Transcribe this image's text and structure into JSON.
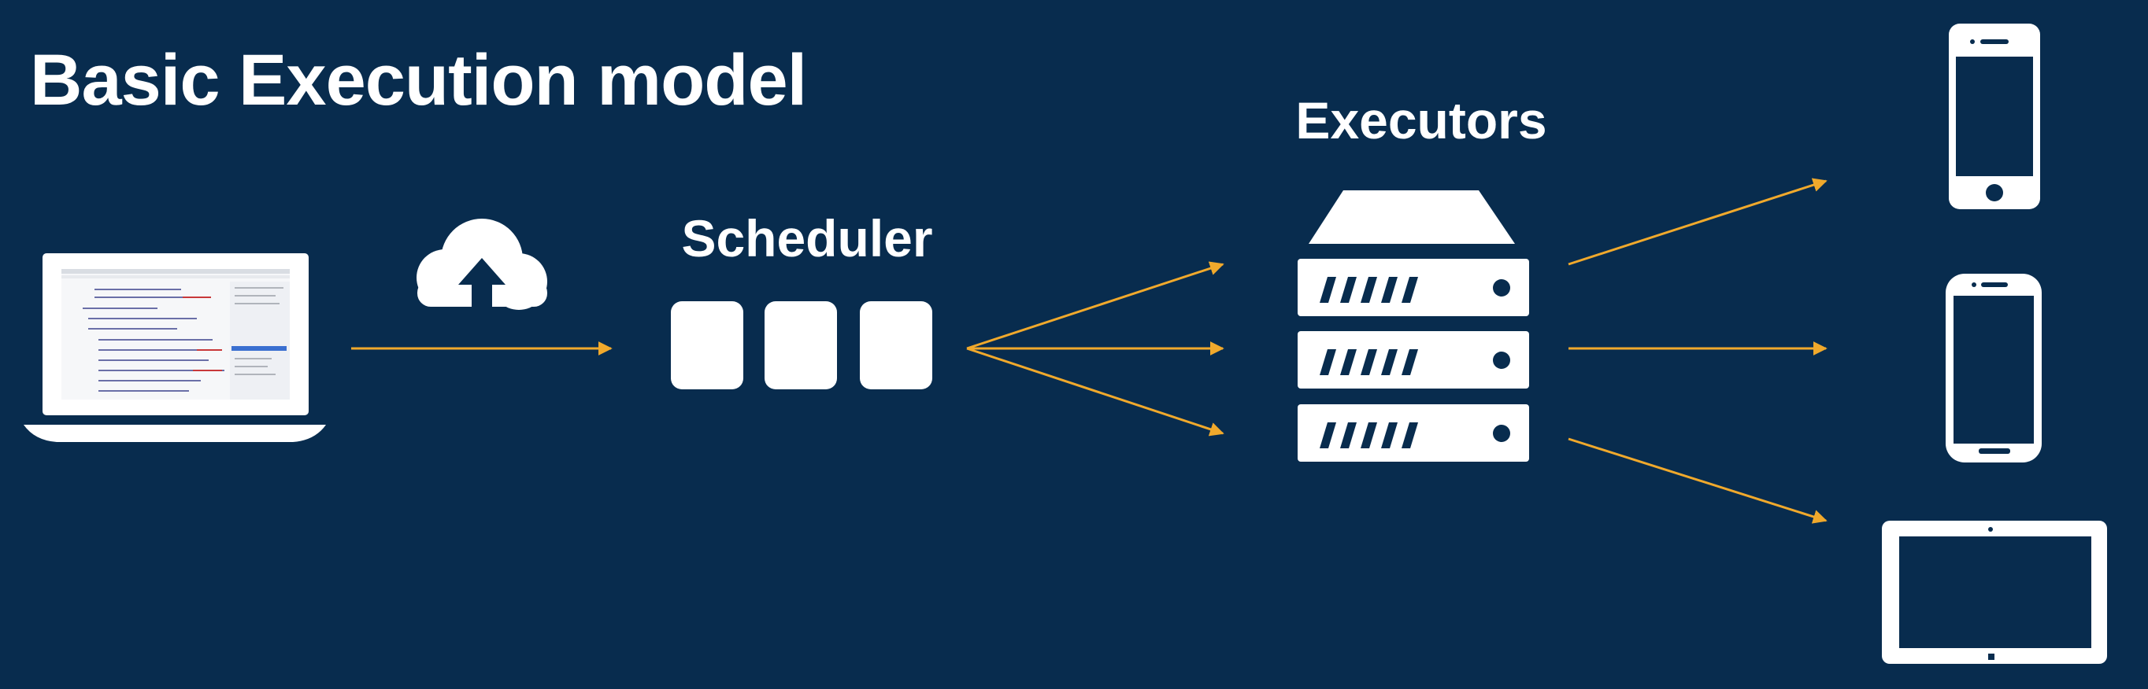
{
  "title": "Basic Execution model",
  "scheduler": {
    "label": "Scheduler",
    "queue_count": 3
  },
  "executors": {
    "label": "Executors",
    "server_units": 3
  },
  "devices": [
    "phone-iphone",
    "phone-android",
    "tablet"
  ],
  "colors": {
    "background": "#082c4e",
    "arrow": "#f0a92c",
    "foreground": "#ffffff"
  }
}
